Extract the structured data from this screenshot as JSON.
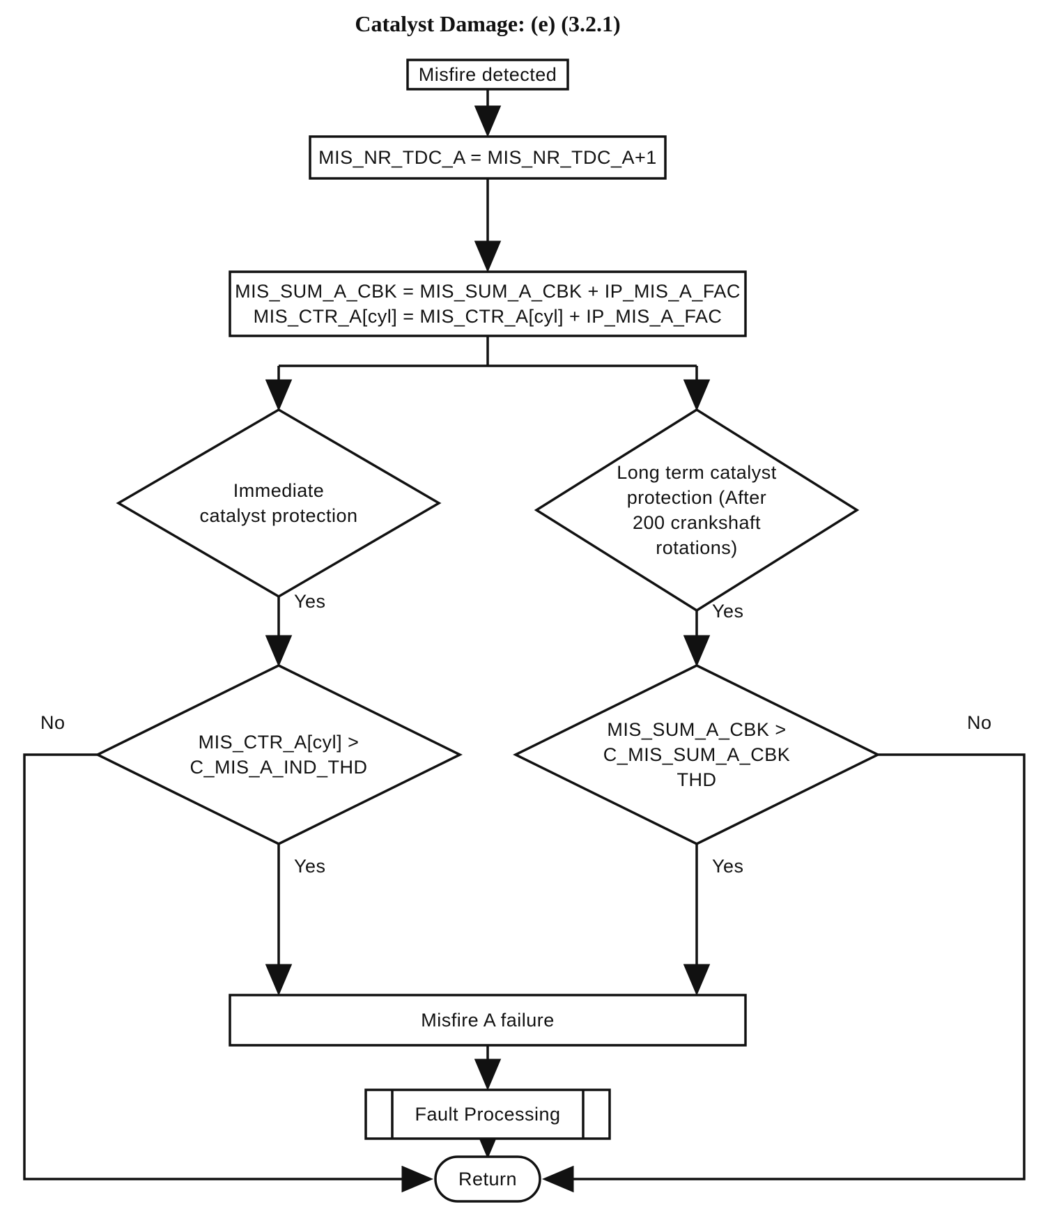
{
  "title": "Catalyst Damage: (e) (3.2.1)",
  "nodes": {
    "start": "Misfire detected",
    "increment": "MIS_NR_TDC_A = MIS_NR_TDC_A+1",
    "accumulate_lines": [
      "MIS_SUM_A_CBK = MIS_SUM_A_CBK + IP_MIS_A_FAC",
      "MIS_CTR_A[cyl] = MIS_CTR_A[cyl] + IP_MIS_A_FAC"
    ],
    "immediate_check_lines": [
      "Immediate",
      "catalyst protection"
    ],
    "longterm_check_lines": [
      "Long term catalyst",
      "protection (After",
      "200 crankshaft",
      "rotations)"
    ],
    "ctr_check_lines": [
      "MIS_CTR_A[cyl] >",
      "C_MIS_A_IND_THD"
    ],
    "sum_check_lines": [
      "MIS_SUM_A_CBK >",
      "C_MIS_SUM_A_CBK",
      "THD"
    ],
    "failure": "Misfire A failure",
    "fault_processing": "Fault Processing",
    "return": "Return"
  },
  "edge_labels": {
    "yes": "Yes",
    "no": "No"
  },
  "colors": {
    "ink": "#111111",
    "background": "#ffffff"
  }
}
